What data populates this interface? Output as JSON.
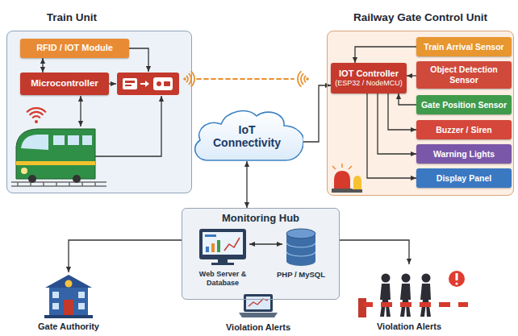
{
  "diagram": {
    "nodes": [
      {
        "text": [
          "Train Unit"
        ]
      },
      {
        "text": [
          "RFID / IOT Module"
        ],
        "in": 0
      },
      {
        "text": [
          "Microcontroller"
        ],
        "in": 0
      },
      {
        "text": [
          "Railway Gate Control Unit"
        ]
      },
      {
        "text": [
          "Train Arrival Sensor"
        ],
        "in": 3
      },
      {
        "text": [
          "IOT Controller",
          "(ESP32 / NodeMCU)"
        ],
        "in": 3
      },
      {
        "text": [
          "Object Detection Sensor"
        ],
        "in": 3
      },
      {
        "text": [
          "Gate Position Sensor"
        ],
        "in": 3
      },
      {
        "text": [
          "Buzzer / Siren"
        ],
        "in": 3
      },
      {
        "text": [
          "Warning Lights"
        ],
        "in": 3
      },
      {
        "text": [
          "Display Panel"
        ],
        "in": 3
      },
      {
        "text": [
          "IoT Connectivity"
        ]
      },
      {
        "text": [
          "Monitoring Hub",
          "Web Server & Database",
          "PHP / MySQL"
        ]
      },
      {
        "text": [
          "Gate Authority"
        ]
      },
      {
        "text": [
          "Violation Alerts"
        ]
      },
      {
        "text": [
          "Violation Alerts"
        ]
      }
    ],
    "edges": [
      {
        "from": 1,
        "to": 2,
        "arrow": "both"
      },
      {
        "from": 4,
        "to": 5,
        "arrow": "to"
      },
      {
        "from": 6,
        "to": 5,
        "arrow": "to"
      },
      {
        "from": 7,
        "to": 5,
        "arrow": "to"
      },
      {
        "from": 5,
        "to": 8,
        "arrow": "to"
      },
      {
        "from": 5,
        "to": 9,
        "arrow": "to"
      },
      {
        "from": 5,
        "to": 10,
        "arrow": "to"
      },
      {
        "from": 11,
        "to": 5,
        "arrow": "to"
      },
      {
        "from": 11,
        "to": 12,
        "arrow": "both"
      },
      {
        "from": 12,
        "to": 13,
        "arrow": "to"
      },
      {
        "from": 12,
        "to": 15,
        "arrow": "to"
      }
    ]
  }
}
